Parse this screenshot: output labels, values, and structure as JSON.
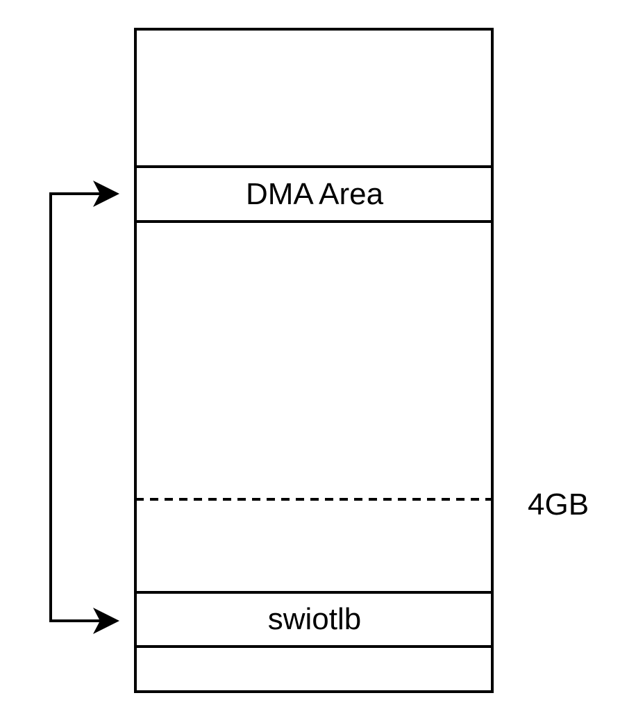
{
  "colors": {
    "stroke": "#000000",
    "background": "#ffffff",
    "label_text": "#000000"
  },
  "diagram": {
    "type": "memory-layout",
    "dma_area_label": "DMA Area",
    "swiotlb_label": "swiotlb",
    "boundary_label": "4GB",
    "boundary_style": "dashed",
    "arrow_points_to": [
      "DMA Area",
      "swiotlb"
    ]
  }
}
